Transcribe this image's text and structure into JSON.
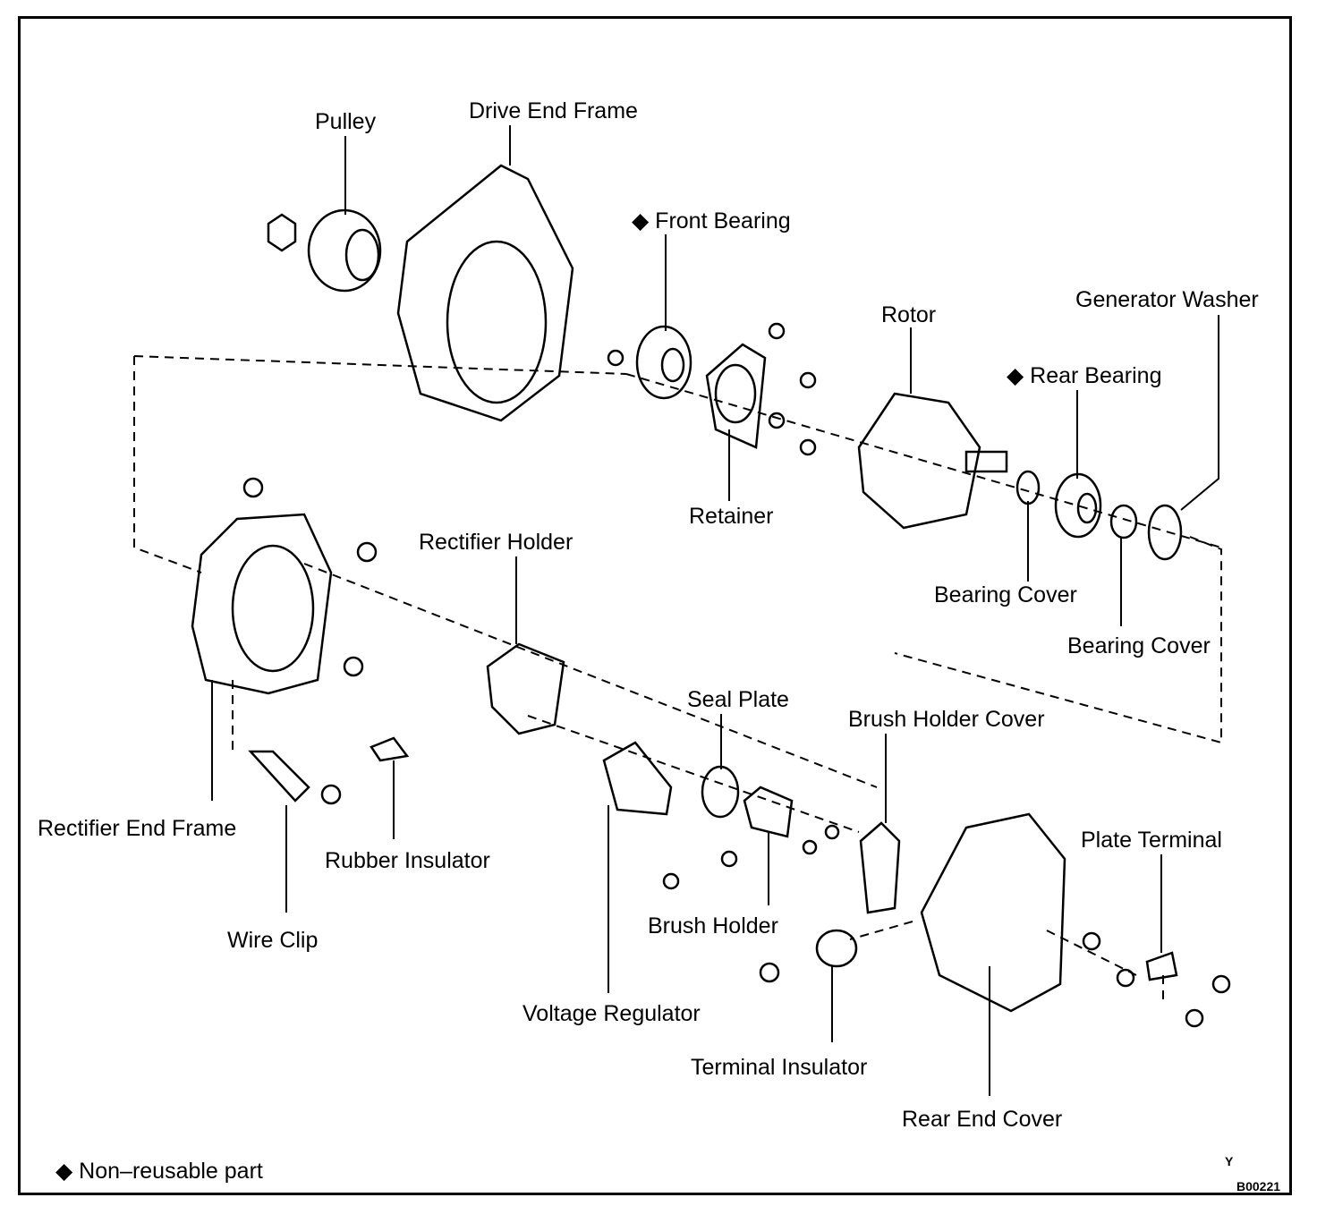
{
  "labels": {
    "pulley": "Pulley",
    "drive_end_frame": "Drive End Frame",
    "front_bearing": "◆ Front Bearing",
    "rotor": "Rotor",
    "generator_washer": "Generator Washer",
    "rear_bearing": "◆ Rear Bearing",
    "retainer": "Retainer",
    "rectifier_holder": "Rectifier Holder",
    "bearing_cover_1": "Bearing Cover",
    "bearing_cover_2": "Bearing Cover",
    "seal_plate": "Seal Plate",
    "brush_holder_cover": "Brush Holder Cover",
    "rectifier_end_frame": "Rectifier End Frame",
    "plate_terminal": "Plate Terminal",
    "rubber_insulator": "Rubber Insulator",
    "brush_holder": "Brush Holder",
    "wire_clip": "Wire Clip",
    "voltage_regulator": "Voltage Regulator",
    "terminal_insulator": "Terminal Insulator",
    "rear_end_cover": "Rear End Cover"
  },
  "legend": "◆ Non–reusable part",
  "view_mark": "Y",
  "figure_code": "B00221"
}
